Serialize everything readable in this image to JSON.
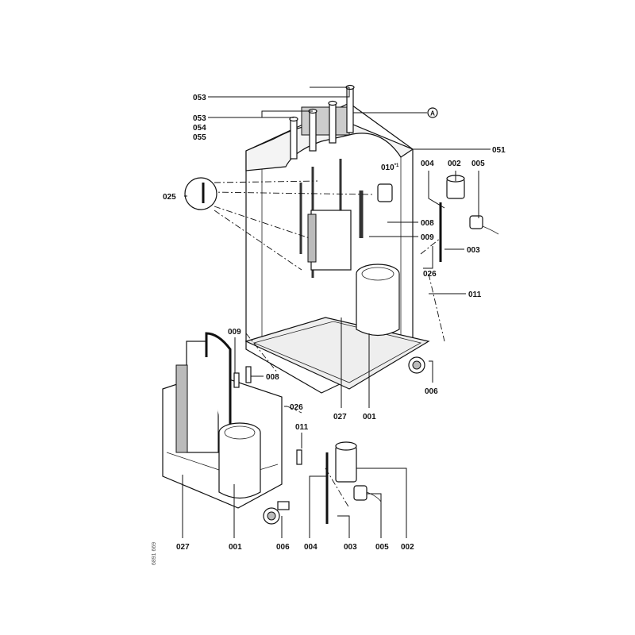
{
  "diagram": {
    "title_code": "6891 669",
    "detail_marker": "A",
    "labels_upper": {
      "l053a": "053",
      "l053b": "053",
      "l054": "054",
      "l055": "055",
      "l051": "051",
      "l010": "010",
      "l010_sup": "*1",
      "l004": "004",
      "l002": "002",
      "l005": "005",
      "l025": "025",
      "l008": "008",
      "l009": "009",
      "l003": "003",
      "l026": "026",
      "l011": "011",
      "l006": "006",
      "l001": "001",
      "l027": "027"
    },
    "labels_lower": {
      "l009": "009",
      "l008": "008",
      "l026": "026",
      "l011": "011",
      "l027": "027",
      "l001": "001",
      "l006": "006",
      "l004": "004",
      "l003": "003",
      "l005": "005",
      "l002": "002"
    }
  }
}
